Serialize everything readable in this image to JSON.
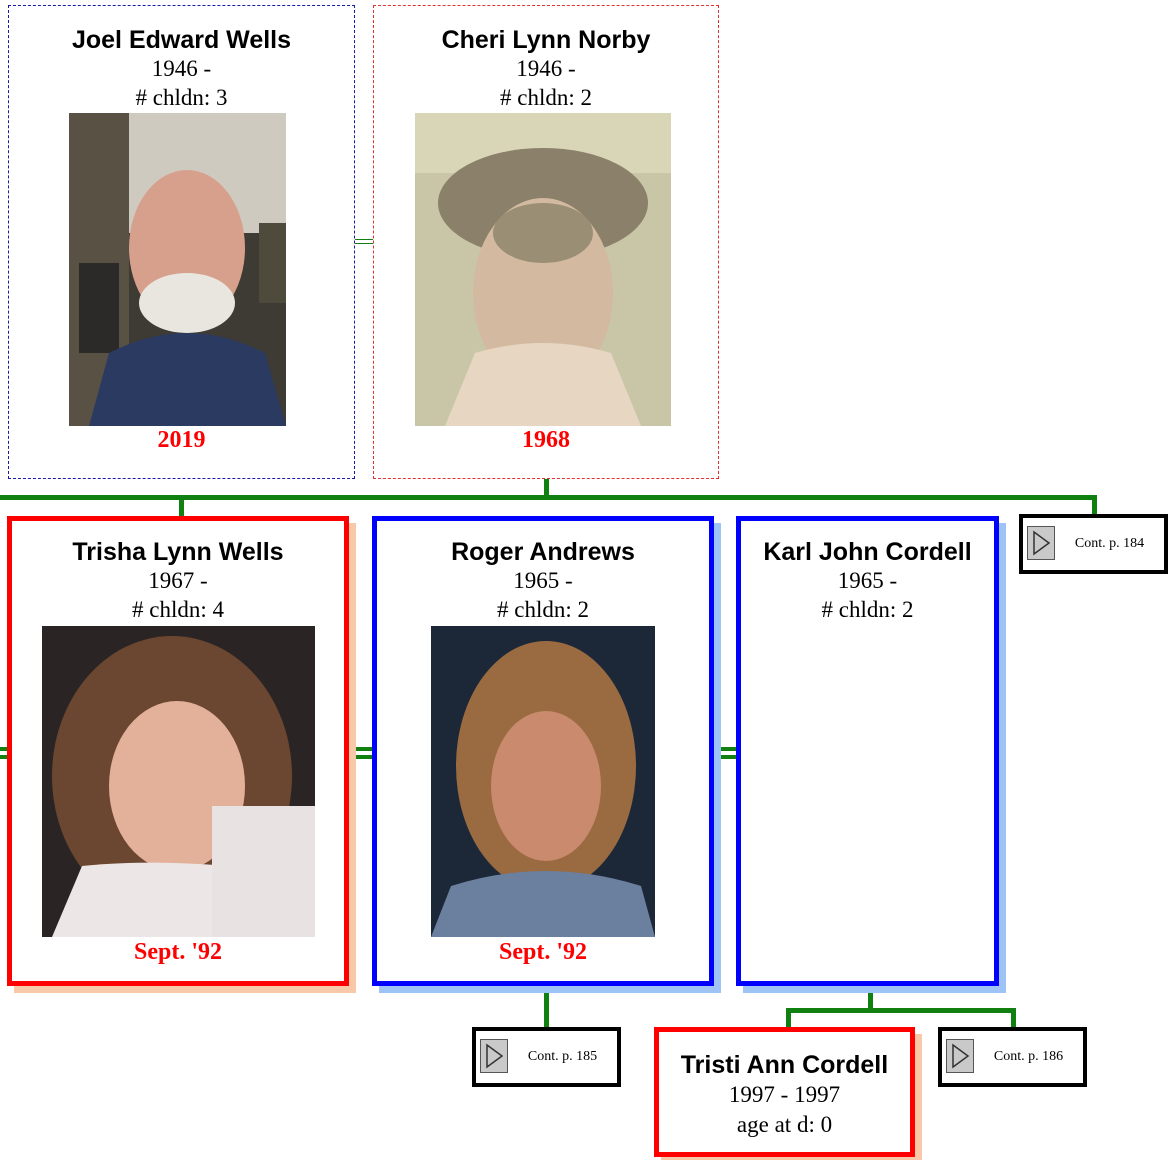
{
  "parents": [
    {
      "name": "Joel Edward Wells",
      "years": "1946 -",
      "children": "# chldn: 3",
      "photo_date": "2019",
      "gender_color": "#1a1aa8"
    },
    {
      "name": "Cheri Lynn Norby",
      "years": "1946 -",
      "children": "# chldn: 2",
      "photo_date": "1968",
      "gender_color": "#e03030"
    }
  ],
  "children": [
    {
      "name": "Trisha Lynn Wells",
      "years": "1967 -",
      "children": "# chldn: 4",
      "photo_date": "Sept. '92",
      "gender_color": "#ff0000"
    },
    {
      "name": "Roger Andrews",
      "years": "1965 -",
      "children": "# chldn: 2",
      "photo_date": "Sept. '92",
      "gender_color": "#0000ff"
    },
    {
      "name": "Karl John Cordell",
      "years": "1965 -",
      "children": "# chldn: 2",
      "gender_color": "#0000ff"
    }
  ],
  "grandchild": {
    "name": "Tristi Ann Cordell",
    "years": "1997 - 1997",
    "age": "age at d: 0",
    "gender_color": "#ff0000"
  },
  "continuations": [
    {
      "label": "Cont. p. 184"
    },
    {
      "label": "Cont. p. 185"
    },
    {
      "label": "Cont. p. 186"
    }
  ],
  "colors": {
    "connector": "#108010",
    "box_shadow_female": "#f7c9a8",
    "box_shadow_male": "#9ec4f7"
  },
  "icons": [
    "play-arrow-icon"
  ]
}
